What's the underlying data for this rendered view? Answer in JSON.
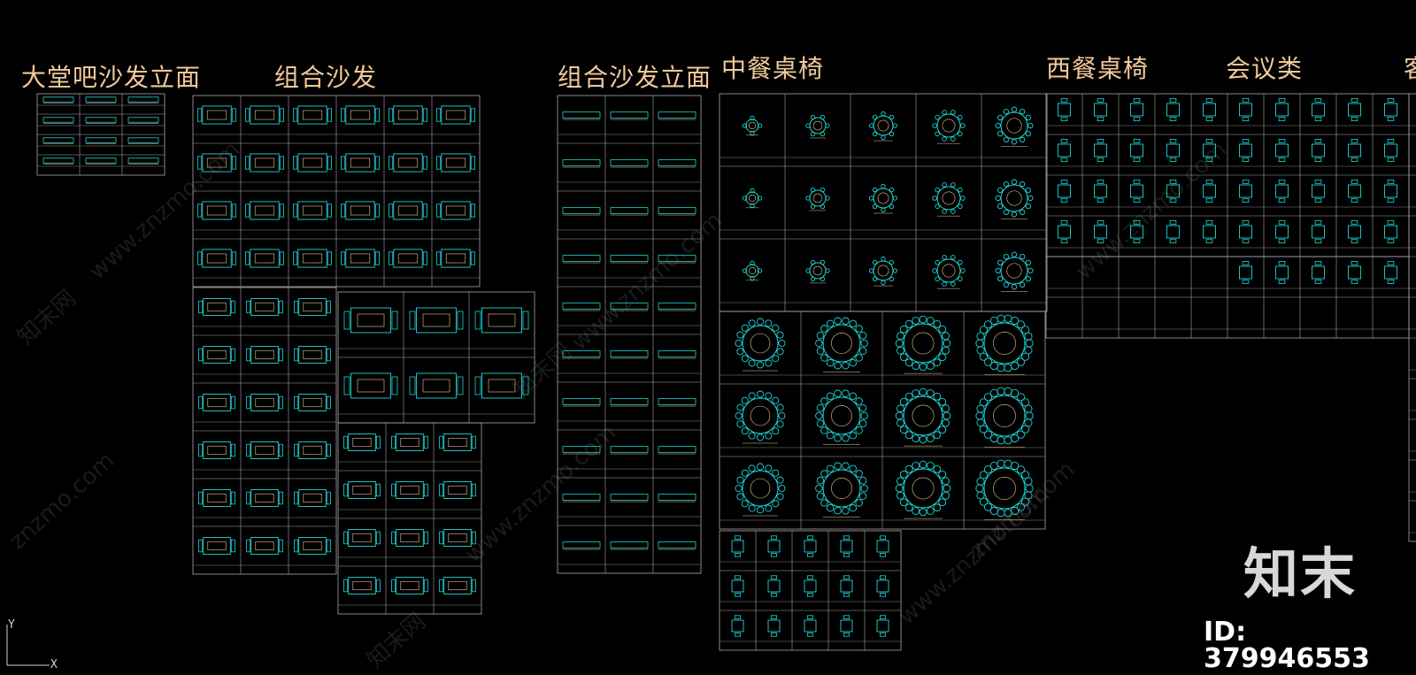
{
  "titles": {
    "lobby_sofa_elevation": "大堂吧沙发立面",
    "combo_sofa": "组合沙发",
    "combo_sofa_elevation": "组合沙发立面",
    "chinese_dining": "中餐桌椅",
    "western_dining": "西餐桌椅",
    "conference": "会议类",
    "cut_off": "客"
  },
  "watermark": {
    "site": "www.znzmo.com",
    "site_short": "znzmo.com",
    "brand": "知末网"
  },
  "brand_logo": "知末",
  "asset_id": "ID: 379946553",
  "ucs": {
    "y_label": "Y",
    "x_label": "X"
  },
  "colors": {
    "background": "#000000",
    "grid_lines": "#a8a8a8",
    "block_cyan": "#1fd5d5",
    "dimension_orange": "#f0c89a",
    "title_text": "#f0c89a"
  },
  "icons": {
    "ucs": "ucs-axis-icon",
    "blocks": "furniture-block-icon"
  }
}
